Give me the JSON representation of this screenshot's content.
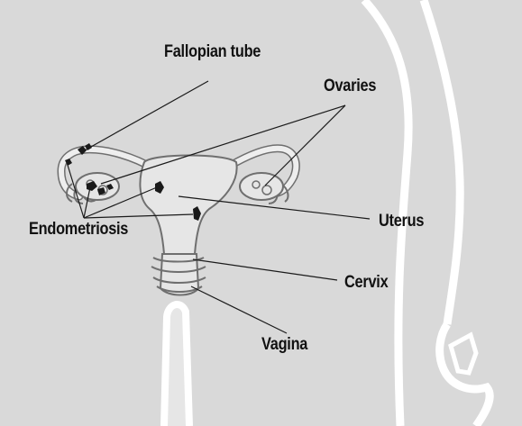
{
  "diagram": {
    "labels": {
      "fallopian_tube": "Fallopian tube",
      "ovaries": "Ovaries",
      "endometriosis": "Endometriosis",
      "uterus": "Uterus",
      "cervix": "Cervix",
      "vagina": "Vagina"
    },
    "colors": {
      "background": "#d9d9d9",
      "body_outline": "#ffffff",
      "organ_fill": "#e6e6e6",
      "organ_stroke": "#6f6f6f",
      "lesion": "#1a1a1a",
      "leader_line": "#1a1a1a"
    }
  }
}
